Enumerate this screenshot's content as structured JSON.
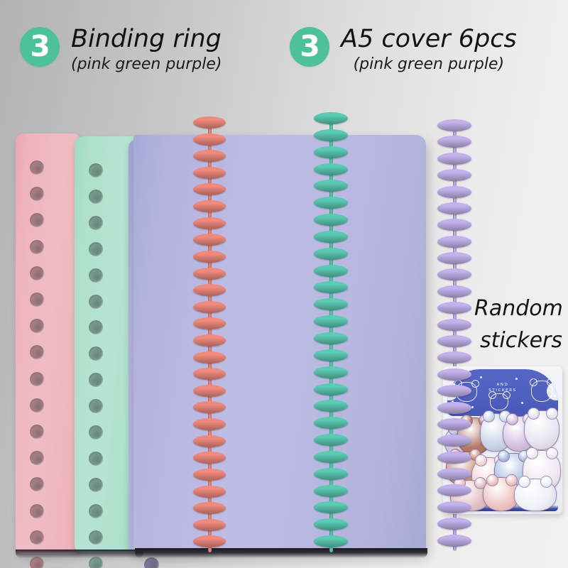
{
  "background": {
    "gradient_from": "#b2b2b2",
    "gradient_to": "#f1f1f1"
  },
  "accent_color": "#4dc29a",
  "headers": [
    {
      "badge_number": "3",
      "title": "Binding ring",
      "subtitle": "(pink green purple)"
    },
    {
      "badge_number": "3",
      "title": "A5 cover 6pcs",
      "subtitle": "(pink green purple)"
    }
  ],
  "annotations": {
    "random_stickers_line1": "Random",
    "random_stickers_line2": "stickers"
  },
  "covers": [
    {
      "name": "pink-cover",
      "color": "#eeb6bf",
      "holes": 16
    },
    {
      "name": "green-cover",
      "color": "#ade0ca",
      "holes": 16
    },
    {
      "name": "purple-cover",
      "color": "#b2b2dd",
      "holes": 16
    }
  ],
  "notebook": {
    "name": "a5-purple-notebook",
    "color": "#b9b9e2"
  },
  "coils": [
    {
      "name": "pink-binding-ring",
      "color": "#f08a7e",
      "rings": 26
    },
    {
      "name": "green-binding-ring",
      "color": "#5bcbb4",
      "rings": 26
    },
    {
      "name": "purple-binding-ring",
      "color": "#c3b2ec",
      "rings": 26
    }
  ],
  "sticker_pack": {
    "name": "random-sticker-pack",
    "card_label": "AND\nSTICKERS",
    "card_color": "#4e5fbe"
  }
}
